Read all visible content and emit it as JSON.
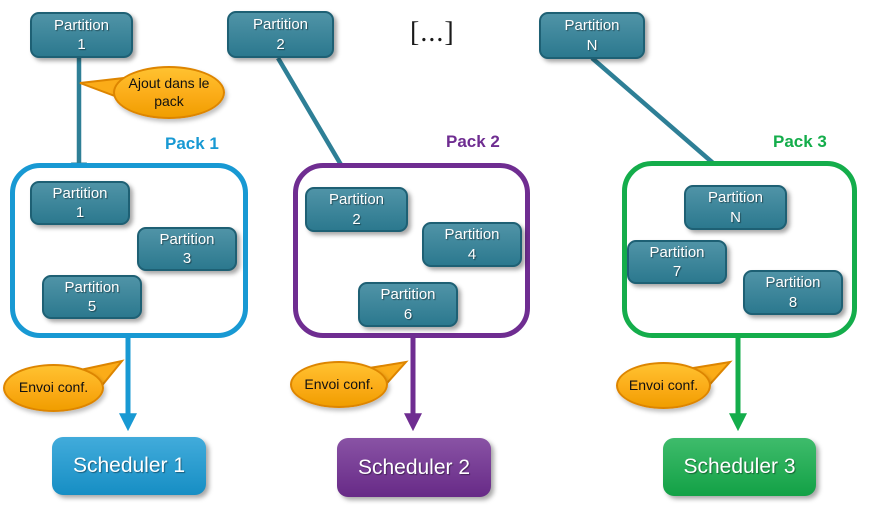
{
  "colors": {
    "teal": "#2E7F96",
    "teal_border": "#1E6074",
    "blue": "#1899D3",
    "purple": "#6F2D91",
    "green": "#14AD4B",
    "orange": "#FBAC18",
    "orange_border": "#DD8500"
  },
  "ellipsis": "[...]",
  "top_partitions": [
    {
      "label": "Partition",
      "value": "1"
    },
    {
      "label": "Partition",
      "value": "2"
    },
    {
      "label": "Partition",
      "value": "N"
    }
  ],
  "callouts": {
    "ajout": "Ajout dans le pack",
    "envoi_1": "Envoi conf.",
    "envoi_2": "Envoi conf.",
    "envoi_3": "Envoi conf."
  },
  "packs": [
    {
      "title": "Pack 1",
      "partitions": [
        {
          "label": "Partition",
          "value": "1"
        },
        {
          "label": "Partition",
          "value": "3"
        },
        {
          "label": "Partition",
          "value": "5"
        }
      ]
    },
    {
      "title": "Pack 2",
      "partitions": [
        {
          "label": "Partition",
          "value": "2"
        },
        {
          "label": "Partition",
          "value": "4"
        },
        {
          "label": "Partition",
          "value": "6"
        }
      ]
    },
    {
      "title": "Pack 3",
      "partitions": [
        {
          "label": "Partition",
          "value": "N"
        },
        {
          "label": "Partition",
          "value": "7"
        },
        {
          "label": "Partition",
          "value": "8"
        }
      ]
    }
  ],
  "schedulers": [
    {
      "label": "Scheduler 1"
    },
    {
      "label": "Scheduler 2"
    },
    {
      "label": "Scheduler 3"
    }
  ]
}
